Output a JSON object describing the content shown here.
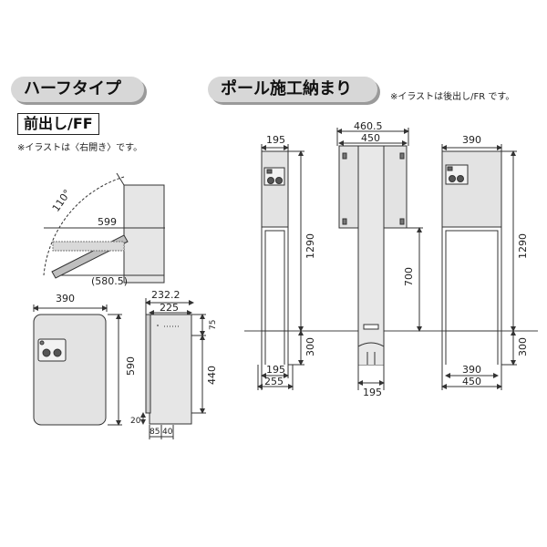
{
  "section_half": {
    "title": "ハーフタイプ",
    "type_label": "前出し/FF",
    "note": "※イラストは〈右開き〉です。"
  },
  "section_pole": {
    "title": "ポール施工納まり",
    "note": "※イラストは後出し/FR です。"
  },
  "dimensions": {
    "angle": "110°",
    "d599": "599",
    "d580_5": "(580.5)",
    "front_w": "390",
    "front_h": "590",
    "side_top": "232.2",
    "side_w": "225",
    "side_75": "75",
    "side_440": "440",
    "side_20": "20",
    "side_85": "85",
    "side_40": "40",
    "p1_top": "195",
    "p1_1290": "1290",
    "p1_300": "300",
    "p1_195": "195",
    "p1_255": "255",
    "p2_top1": "460.5",
    "p2_top2": "450",
    "p2_700": "700",
    "p2_195": "195",
    "p3_top": "390",
    "p3_1290": "1290",
    "p3_300": "300",
    "p3_390": "390",
    "p3_450": "450"
  }
}
